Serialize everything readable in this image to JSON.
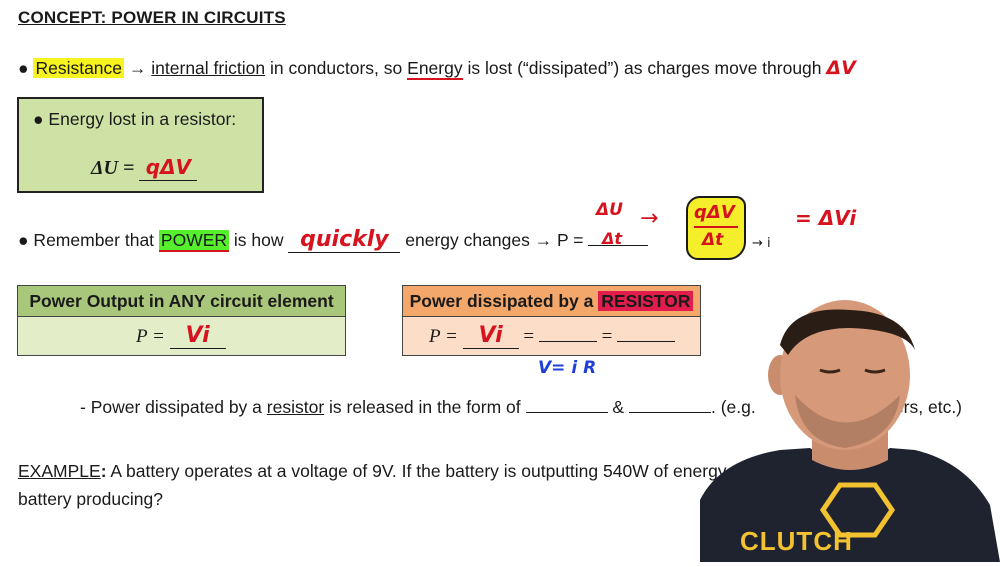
{
  "title": "CONCEPT: POWER IN CIRCUITS",
  "line1": {
    "bullet": "●",
    "resistance": "Resistance",
    "arrow": "→",
    "internal_friction": "internal friction",
    "text_a": "in conductors, so",
    "energy": "Energy",
    "text_b": "is lost (“dissipated”) as charges move through",
    "ink_dv": "ΔV"
  },
  "box_energy": {
    "heading": "● Energy lost in a resistor:",
    "lhs": "ΔU =",
    "ink_answer": "qΔV"
  },
  "line2": {
    "text_a": "● Remember that",
    "power": "POWER",
    "text_b": "is how",
    "ink_quickly": "quickly",
    "text_c": "energy changes → P =",
    "ink_du": "ΔU",
    "ink_dt": "Δt",
    "ink_arrow": "→",
    "ink_q_dv": "qΔV",
    "ink_dt2": "Δt",
    "ink_i": "→ i",
    "ink_result": "= ΔVi"
  },
  "table_any": {
    "header": "Power Output in ANY circuit element",
    "lhs": "P =",
    "ink_answer": "Vi"
  },
  "table_resistor": {
    "header_a": "Power dissipated by a",
    "header_b": "RESISTOR",
    "lhs": "P =",
    "ink_answer": "Vi",
    "eq1": "=",
    "eq2": "=",
    "ink_note": "V= i R"
  },
  "line3": {
    "text_a": "- Power dissipated by a",
    "resistor": "resistor",
    "text_b": "is released in the form of",
    "amp": "&",
    "text_c": ". (e.g.",
    "text_d": "toasters, etc.)"
  },
  "example": {
    "label": "EXAMPLE",
    "colon": ":",
    "text_a": "A battery operates at a voltage of 9V. If the battery is outputting 540W of energy,",
    "text_b": "battery producing?"
  },
  "presenter_shirt": "CLUTCH",
  "colors": {
    "highlight_yellow": "#f7f31f",
    "highlight_green": "#55ef2e",
    "highlight_red": "#e21d4d",
    "ink_red": "#d6141f",
    "ink_blue": "#1f3fd9",
    "box_green": "#cfe2a6",
    "table_orange": "#f4a76a"
  }
}
